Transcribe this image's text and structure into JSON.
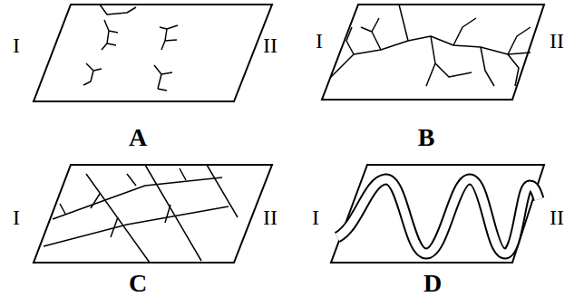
{
  "diagram": {
    "labels": [
      "I",
      "II",
      "A",
      "I",
      "II",
      "B",
      "I",
      "II",
      "C",
      "I",
      "II",
      "D"
    ]
  }
}
